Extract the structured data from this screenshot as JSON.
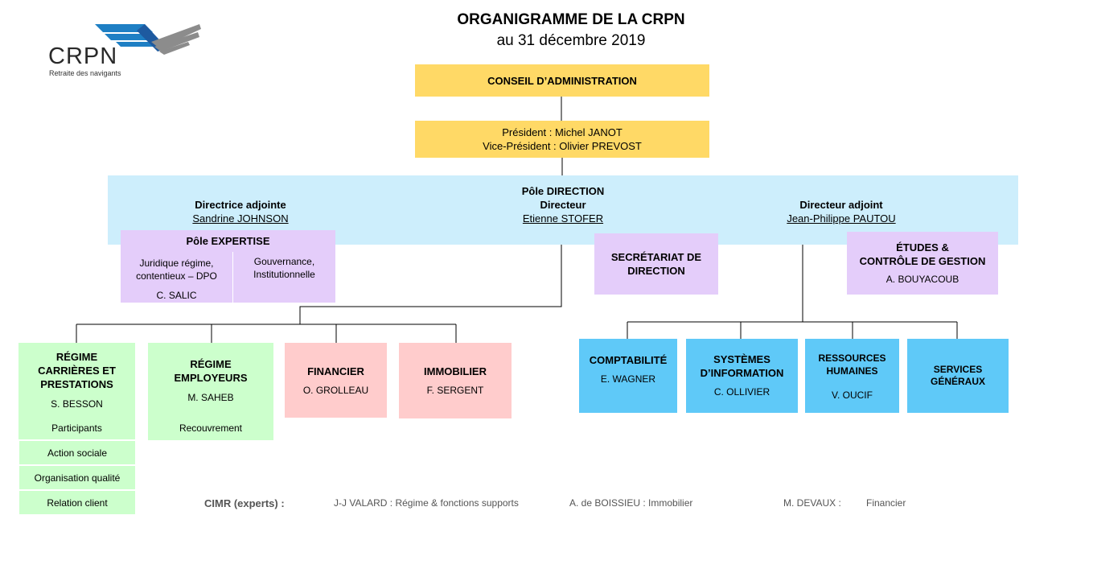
{
  "logo": {
    "name": "CRPN",
    "tagline": "Retraite des navigants",
    "wing_color": "#1e7fc4",
    "wing_gray": "#8c8c8c"
  },
  "title": {
    "main": "ORGANIGRAMME DE LA CRPN",
    "sub": "au 31 décembre 2019"
  },
  "conseil": {
    "label": "CONSEIL D’ADMINISTRATION"
  },
  "presidence": {
    "president": "Président : Michel JANOT",
    "vice": "Vice-Président : Olivier PREVOST"
  },
  "pole_direction": {
    "title": "Pôle DIRECTION",
    "directeur_role": "Directeur",
    "directeur_name": "Etienne STOFER",
    "adjointe_role": "Directrice adjointe",
    "adjointe_name": "Sandrine JOHNSON",
    "adjoint_role": "Directeur adjoint",
    "adjoint_name": "Jean-Philippe PAUTOU"
  },
  "pole_expertise": {
    "title": "Pôle EXPERTISE",
    "left_line1": "Juridique régime,",
    "left_line2": "contentieux – DPO",
    "left_person": "C. SALIC",
    "right_line1": "Gouvernance,",
    "right_line2": "Institutionnelle"
  },
  "secretariat": {
    "line1": "SECRÉTARIAT DE",
    "line2": "DIRECTION"
  },
  "etudes": {
    "line1": "ÉTUDES &",
    "line2": "CONTRÔLE DE GESTION",
    "person": "A. BOUYACOUB"
  },
  "regime_carrieres": {
    "line1": "RÉGIME",
    "line2": "CARRIÈRES ET",
    "line3": "PRESTATIONS",
    "person": "S. BESSON",
    "sub1": "Participants",
    "sub2": "Action sociale",
    "sub3": "Organisation qualité",
    "sub4": "Relation client"
  },
  "regime_employeurs": {
    "line1": "RÉGIME",
    "line2": "EMPLOYEURS",
    "person": "M. SAHEB",
    "sub1": "Recouvrement"
  },
  "financier": {
    "label": "FINANCIER",
    "person": "O. GROLLEAU"
  },
  "immobilier": {
    "label": "IMMOBILIER",
    "person": "F. SERGENT"
  },
  "comptabilite": {
    "label": "COMPTABILITÉ",
    "person": "E. WAGNER"
  },
  "systemes": {
    "line1": "SYSTÈMES",
    "line2": "D’INFORMATION",
    "person": "C. OLLIVIER"
  },
  "rh": {
    "line1": "RESSOURCES",
    "line2": "HUMAINES",
    "person": "V. OUCIF"
  },
  "services": {
    "line1": "SERVICES",
    "line2": "GÉNÉRAUX"
  },
  "cimr": {
    "label": "CIMR (experts) :",
    "expert1": "J-J VALARD : Régime & fonctions supports",
    "expert2": "A. de BOISSIEU : Immobilier",
    "expert3_name": "M. DEVAUX :",
    "expert3_domain": "Financier"
  }
}
